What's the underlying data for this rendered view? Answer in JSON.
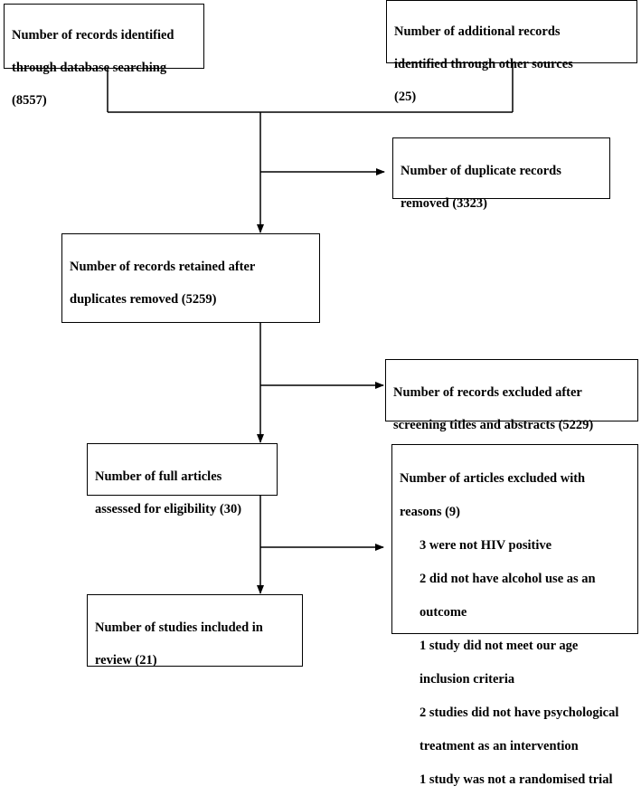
{
  "boxes": {
    "database_search": {
      "lines": [
        "Number of records identified",
        "through database searching",
        "(8557)"
      ]
    },
    "other_sources": {
      "lines": [
        "Number of additional records",
        "identified through other sources",
        "(25)"
      ]
    },
    "duplicates_removed": {
      "lines": [
        "Number of duplicate records",
        "removed (3323)"
      ]
    },
    "records_retained": {
      "lines": [
        "Number of records retained after",
        "duplicates removed (5259)"
      ]
    },
    "records_excluded": {
      "lines": [
        "Number of records excluded after",
        "screening titles and abstracts (5229)"
      ]
    },
    "full_articles": {
      "lines": [
        "Number of full articles",
        "assessed for eligibility  (30)"
      ]
    },
    "articles_excluded": {
      "heading": [
        "Number of articles excluded with",
        "reasons (9)"
      ],
      "reasons": [
        "3 were not HIV positive",
        "2 did not have alcohol use as an",
        "outcome",
        "1 study did not meet our age",
        "inclusion criteria",
        "2 studies did not have psychological",
        "treatment as an intervention",
        "1 study was not a randomised trial"
      ]
    },
    "studies_included": {
      "lines": [
        "Number of studies included in",
        "review (21)"
      ]
    }
  }
}
